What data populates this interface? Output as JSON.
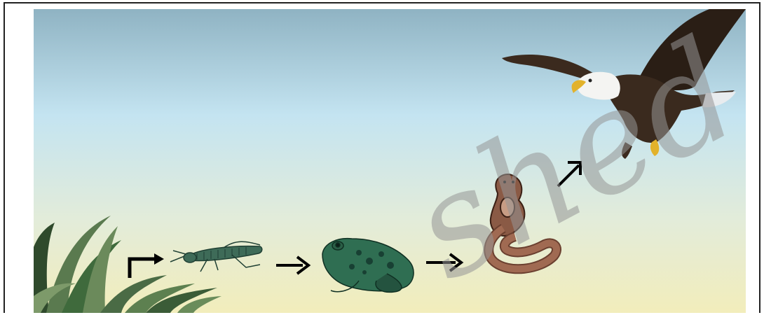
{
  "diagram": {
    "chain": [
      {
        "id": "grass",
        "icon": "grass-icon"
      },
      {
        "id": "grasshopper",
        "icon": "grasshopper-icon"
      },
      {
        "id": "frog",
        "icon": "frog-icon"
      },
      {
        "id": "snake",
        "icon": "cobra-icon"
      },
      {
        "id": "eagle",
        "icon": "eagle-icon"
      }
    ],
    "arrow_icons": [
      "elbow-arrow-icon",
      "right-arrow-icon",
      "right-arrow-icon",
      "up-right-arrow-icon"
    ],
    "colors": {
      "sky_top": "#8fb3c3",
      "sky_mid": "#c4e4f1",
      "sky_bottom": "#f2edbb",
      "arrow": "#000000",
      "watermark": "#969696"
    }
  },
  "watermark": {
    "text": "shed"
  }
}
